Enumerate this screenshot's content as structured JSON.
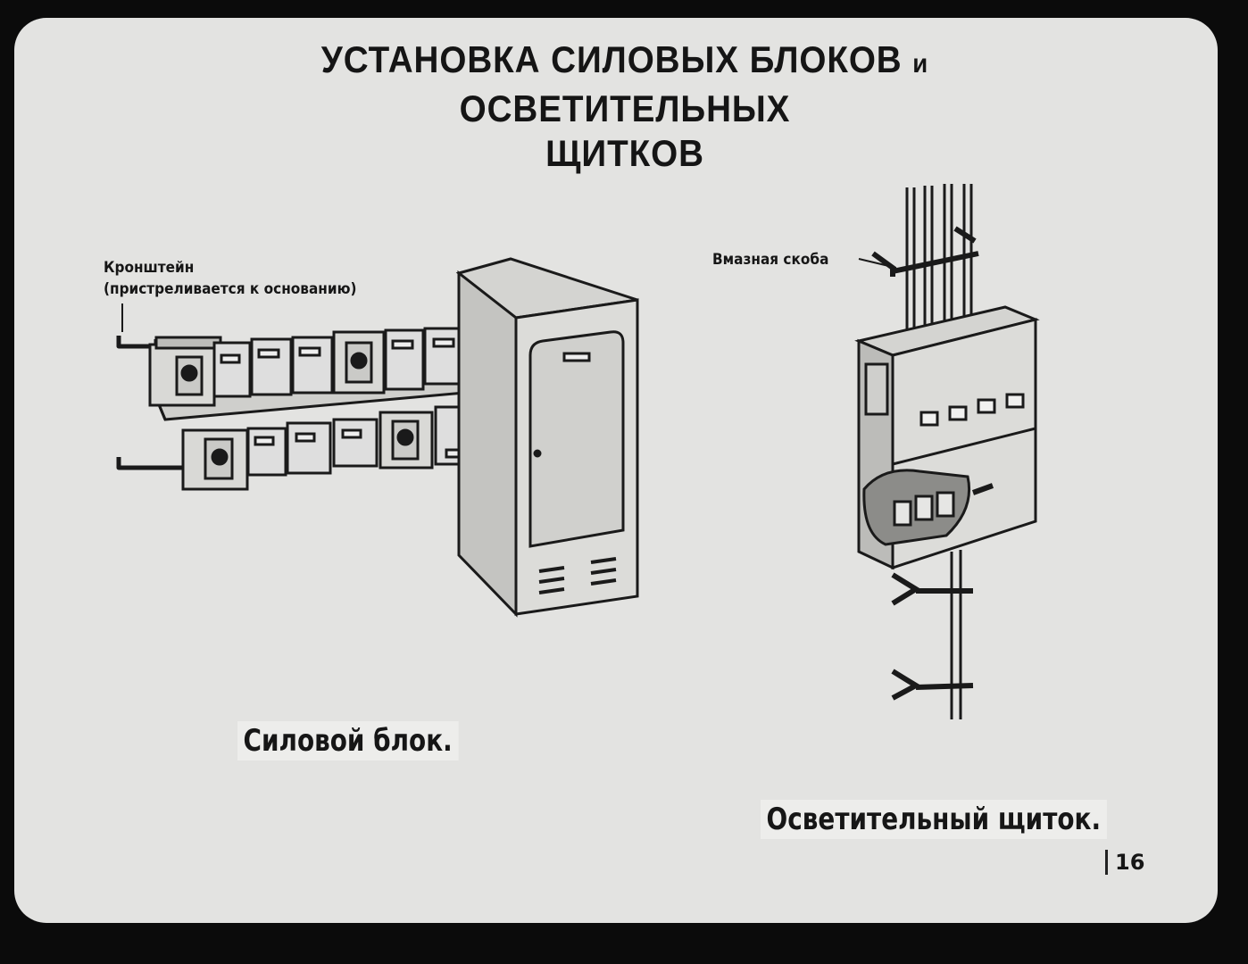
{
  "title": {
    "line1_a": "УСТАНОВКА СИЛОВЫХ БЛОКОВ ",
    "line1_b": "и",
    "line1_c": " ОСВЕТИТЕЛЬНЫХ",
    "line2": "ЩИТКОВ"
  },
  "callouts": {
    "bracket_line1": "Кронштейн",
    "bracket_line2": "(пристреливается к основанию)",
    "clamp": "Вмазная скоба"
  },
  "captions": {
    "power_block": "Силовой блок.",
    "lighting_panel": "Осветительный щиток."
  },
  "page_number": "16"
}
